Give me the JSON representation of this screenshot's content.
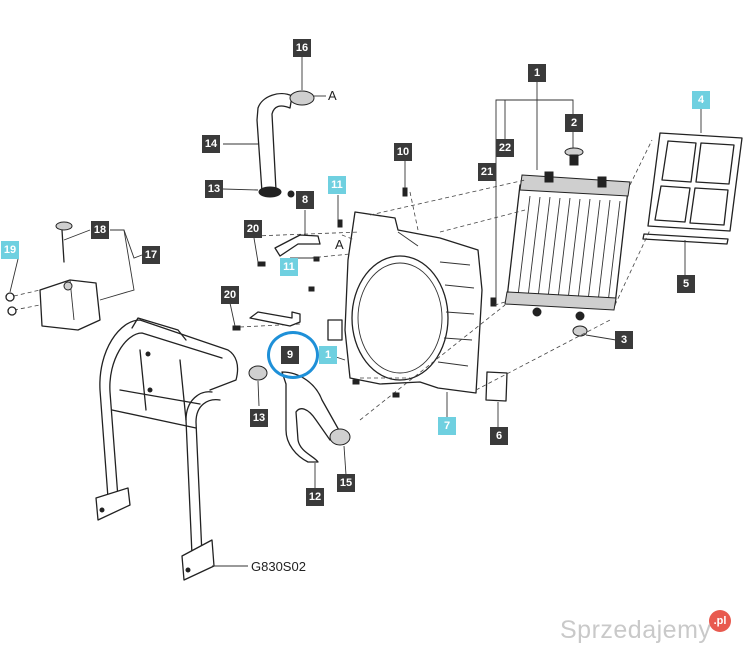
{
  "diagram": {
    "code": "G830S02",
    "letter_a_top": "A",
    "letter_a_mid": "A",
    "watermark": "Sprzedajemy",
    "watermark_badge": ".pl",
    "highlight_color": "#6fd0e0",
    "ring_color": "#1e90d8",
    "callouts": {
      "c1a": "1",
      "c1b": "1",
      "c2": "2",
      "c3": "3",
      "c4": "4",
      "c5": "5",
      "c6": "6",
      "c7": "7",
      "c8": "8",
      "c9": "9",
      "c10": "10",
      "c11a": "11",
      "c11b": "11",
      "c12": "12",
      "c13a": "13",
      "c13b": "13",
      "c14": "14",
      "c15": "15",
      "c16": "16",
      "c17": "17",
      "c18": "18",
      "c19": "19",
      "c20a": "20",
      "c20b": "20",
      "c21": "21",
      "c22": "22"
    }
  }
}
